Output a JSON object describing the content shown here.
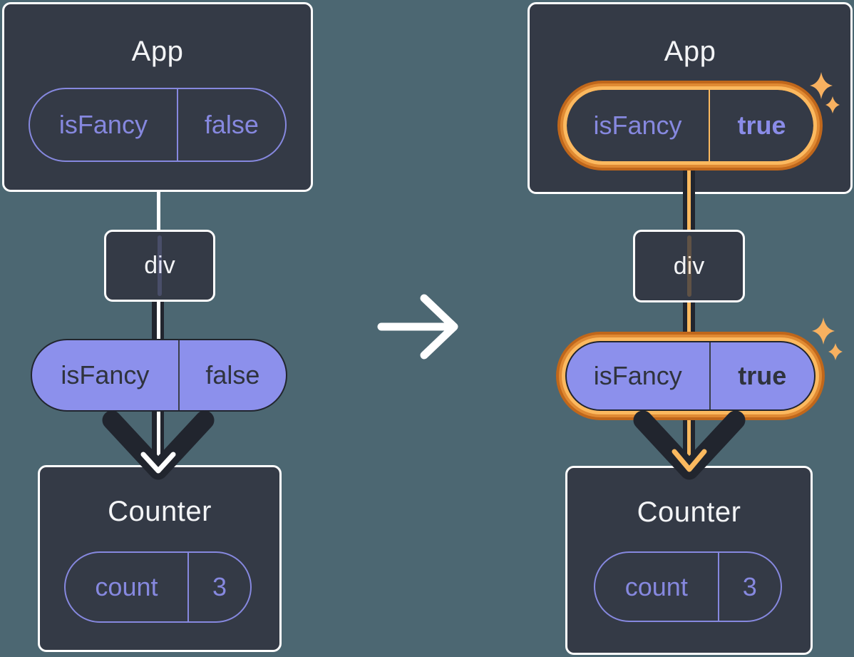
{
  "colors": {
    "background": "#4C6772",
    "card_bg": "#343A46",
    "card_border": "#FFFFFF",
    "title_text": "#F3F4F6",
    "purple": "#8688DF",
    "purple_bright": "#8A8CE8",
    "purple_fill": "#8C90EC",
    "dark_text": "#2F333D",
    "pill_divider_dark": "#3A3E4A",
    "arrow_dark": "#21252E",
    "orange_dark": "#C0671B",
    "orange_mid": "#E08A33",
    "orange_light": "#FBB95F",
    "sparkle": "#F8B160",
    "white": "#FFFFFF"
  },
  "left_panel": {
    "app_card": {
      "title": "App",
      "pill": {
        "name": "isFancy",
        "value": "false"
      }
    },
    "div_card": {
      "label": "div"
    },
    "props_pill": {
      "name": "isFancy",
      "value": "false"
    },
    "counter_card": {
      "title": "Counter",
      "pill": {
        "name": "count",
        "value": "3"
      }
    }
  },
  "right_panel": {
    "app_card": {
      "title": "App",
      "pill": {
        "name": "isFancy",
        "value": "true"
      }
    },
    "div_card": {
      "label": "div"
    },
    "props_pill": {
      "name": "isFancy",
      "value": "true"
    },
    "counter_card": {
      "title": "Counter",
      "pill": {
        "name": "count",
        "value": "3"
      }
    }
  }
}
